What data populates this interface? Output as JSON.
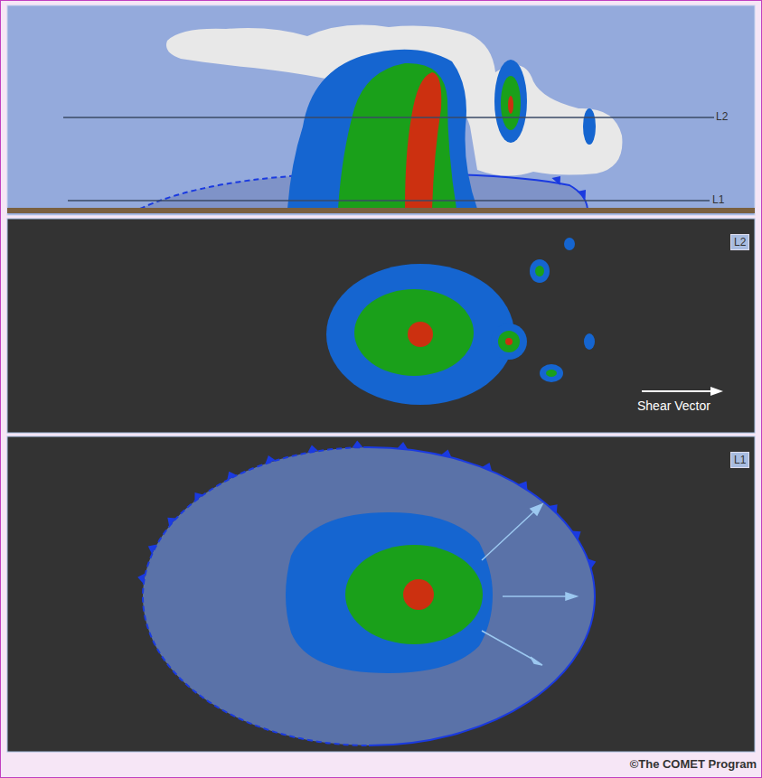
{
  "diagram": {
    "labels": [
      "L2",
      "L1",
      "L2",
      "Shear Vector",
      "L1",
      "©The COMET Program"
    ]
  }
}
